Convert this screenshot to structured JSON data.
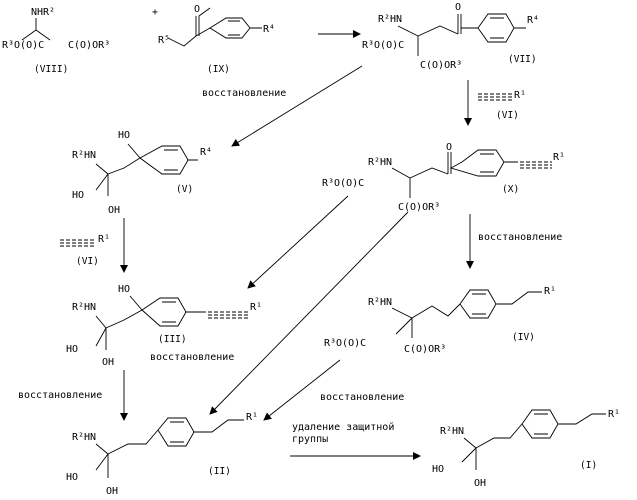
{
  "structures": {
    "VIII": {
      "label": "(VIII)",
      "nhr": "NHR²",
      "left": "R³O(O)C",
      "right": "C(O)OR³"
    },
    "IX": {
      "label": "(IX)",
      "r5": "R⁵",
      "o": "O",
      "r4": "R⁴"
    },
    "plus": "+",
    "VII": {
      "label": "(VII)",
      "nh": "R²HN",
      "o": "O",
      "r4": "R⁴",
      "left": "R³O(O)C",
      "right": "C(O)OR³"
    },
    "VI_top": {
      "label": "(VI)",
      "r1": "R¹"
    },
    "V": {
      "label": "(V)",
      "nh": "R²HN",
      "oh_top": "HO",
      "oh_left": "HO",
      "oh_bottom": "OH",
      "r4": "R⁴"
    },
    "X": {
      "label": "(X)",
      "nh": "R²HN",
      "o": "O",
      "r1": "R¹",
      "left": "R³O(O)C",
      "right": "C(O)OR³"
    },
    "VI_left": {
      "label": "(VI)",
      "r1": "R¹"
    },
    "III": {
      "label": "(III)",
      "nh": "R²HN",
      "oh_top": "HO",
      "oh_left": "HO",
      "oh_bottom": "OH",
      "r1": "R¹"
    },
    "IV": {
      "label": "(IV)",
      "nh": "R²HN",
      "r1": "R¹",
      "left": "R³O(O)C",
      "right": "C(O)OR³"
    },
    "II": {
      "label": "(II)",
      "nh": "R²HN",
      "oh_left": "HO",
      "oh_bottom": "OH",
      "r1": "R¹"
    },
    "I": {
      "label": "(I)",
      "nh": "R²HN",
      "oh_left": "HO",
      "oh_bottom": "OH",
      "r1": "R¹"
    }
  },
  "reactions": {
    "reduction": "восстановление",
    "deprotection_line1": "удаление защитной",
    "deprotection_line2": "группы"
  }
}
